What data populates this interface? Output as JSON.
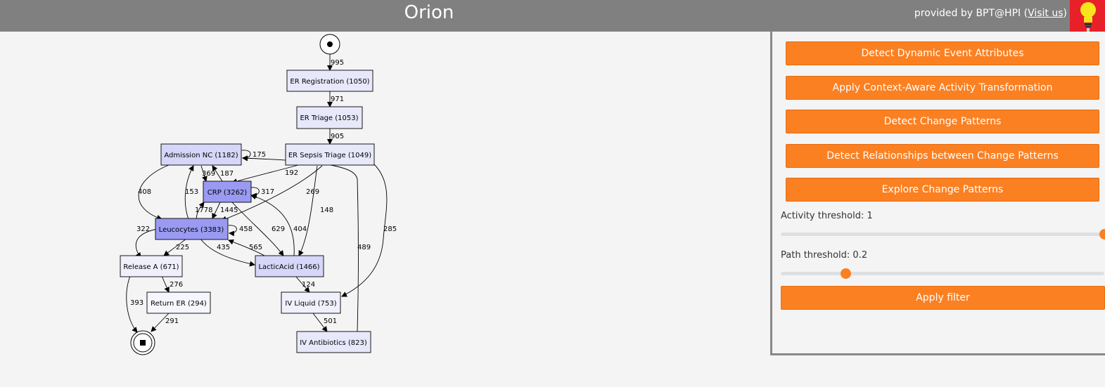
{
  "header": {
    "title": "Orion",
    "provided_by": "provided by BPT@HPI ",
    "visit_open": "(",
    "visit_link": "Visit us",
    "visit_close": ")",
    "bar_color": "#808080"
  },
  "colors": {
    "accent": "#fb8022",
    "node_light": "#e8e8fb",
    "node_mid": "#d6d6f8",
    "node_dark": "#9a9af2",
    "node_white": "#f6f6fe"
  },
  "graph": {
    "start_icon": "start-node-icon",
    "end_icon": "end-node-icon",
    "nodes": [
      {
        "id": "er_reg",
        "label": "ER Registration (1050)"
      },
      {
        "id": "er_triage",
        "label": "ER Triage (1053)"
      },
      {
        "id": "er_sepsis",
        "label": "ER Sepsis Triage (1049)"
      },
      {
        "id": "admission",
        "label": "Admission NC (1182)"
      },
      {
        "id": "crp",
        "label": "CRP (3262)"
      },
      {
        "id": "leuco",
        "label": "Leucocytes (3383)"
      },
      {
        "id": "release",
        "label": "Release A (671)"
      },
      {
        "id": "lactic",
        "label": "LacticAcid (1466)"
      },
      {
        "id": "return_er",
        "label": "Return ER (294)"
      },
      {
        "id": "iv_liquid",
        "label": "IV Liquid (753)"
      },
      {
        "id": "iv_anti",
        "label": "IV Antibiotics (823)"
      }
    ],
    "edge_labels": [
      "995",
      "971",
      "905",
      "175",
      "192",
      "369",
      "187",
      "408",
      "153",
      "317",
      "269",
      "148",
      "285",
      "1778",
      "1445",
      "322",
      "458",
      "629",
      "404",
      "225",
      "435",
      "565",
      "489",
      "276",
      "124",
      "393",
      "291",
      "501"
    ]
  },
  "panel": {
    "buttons": [
      "Detect Dynamic Event Attributes",
      "Apply Context-Aware Activity Transformation",
      "Detect Change Patterns",
      "Detect Relationships between Change Patterns",
      "Explore Change Patterns"
    ],
    "activity_threshold_label": "Activity threshold: 1",
    "activity_threshold_value": 1.0,
    "path_threshold_label": "Path threshold: 0.2",
    "path_threshold_value": 0.2,
    "apply_filter": "Apply filter"
  }
}
